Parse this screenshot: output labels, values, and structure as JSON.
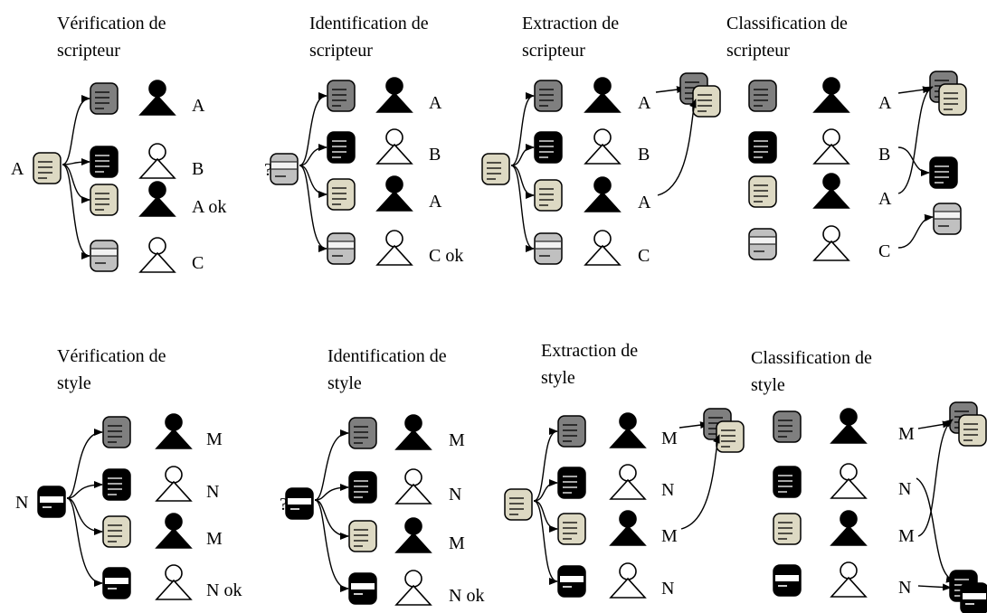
{
  "colors": {
    "dark_gray": "#7f7f7f",
    "black": "#000000",
    "beige": "#ddd9c3",
    "light_gray": "#c0c0c0",
    "white": "#ffffff"
  },
  "panels": [
    {
      "id": "verification-scripteur",
      "title_line1": "Vérification de",
      "title_line2": "scripteur",
      "query_label": "A",
      "query_doc": "beige",
      "mode": "verify",
      "rows": [
        {
          "doc": "dark",
          "person": "filled",
          "label": "A"
        },
        {
          "doc": "black",
          "person": "outline",
          "label": "B"
        },
        {
          "doc": "beige",
          "person": "filled",
          "label": "A ok"
        },
        {
          "doc": "light",
          "person": "outline",
          "label": "C"
        }
      ]
    },
    {
      "id": "identification-scripteur",
      "title_line1": "Identification de",
      "title_line2": "scripteur",
      "query_label": "?",
      "query_doc": "light",
      "mode": "identify",
      "rows": [
        {
          "doc": "dark",
          "person": "filled",
          "label": "A"
        },
        {
          "doc": "black",
          "person": "outline",
          "label": "B"
        },
        {
          "doc": "beige",
          "person": "filled",
          "label": "A"
        },
        {
          "doc": "light",
          "person": "outline",
          "label": "C ok"
        }
      ]
    },
    {
      "id": "extraction-scripteur",
      "title_line1": "Extraction de",
      "title_line2": "scripteur",
      "query_label": "",
      "query_doc": "beige",
      "mode": "extract",
      "rows": [
        {
          "doc": "dark",
          "person": "filled",
          "label": "A"
        },
        {
          "doc": "black",
          "person": "outline",
          "label": "B"
        },
        {
          "doc": "beige",
          "person": "filled",
          "label": "A"
        },
        {
          "doc": "light",
          "person": "outline",
          "label": "C"
        }
      ],
      "stack_docs": [
        "dark",
        "beige"
      ]
    },
    {
      "id": "classification-scripteur",
      "title_line1": "Classification de",
      "title_line2": "scripteur",
      "mode": "classify",
      "rows": [
        {
          "doc": "dark",
          "person": "filled",
          "label": "A"
        },
        {
          "doc": "black",
          "person": "outline",
          "label": "B"
        },
        {
          "doc": "beige",
          "person": "filled",
          "label": "A"
        },
        {
          "doc": "light",
          "person": "outline",
          "label": "C"
        }
      ],
      "groups": [
        {
          "docs": [
            "dark",
            "beige"
          ]
        },
        {
          "docs": [
            "black"
          ]
        },
        {
          "docs": [
            "light"
          ]
        }
      ]
    },
    {
      "id": "verification-style",
      "title_line1": "Vérification de",
      "title_line2": "style",
      "query_label": "N",
      "query_doc": "band",
      "mode": "verify",
      "rows": [
        {
          "doc": "dark",
          "person": "filled",
          "label": "M"
        },
        {
          "doc": "black",
          "person": "outline",
          "label": "N"
        },
        {
          "doc": "beige",
          "person": "filled",
          "label": "M"
        },
        {
          "doc": "band",
          "person": "outline",
          "label": "N ok"
        }
      ]
    },
    {
      "id": "identification-style",
      "title_line1": "Identification de",
      "title_line2": "style",
      "query_label": "?",
      "query_doc": "band",
      "mode": "identify",
      "rows": [
        {
          "doc": "dark",
          "person": "filled",
          "label": "M"
        },
        {
          "doc": "black",
          "person": "outline",
          "label": "N"
        },
        {
          "doc": "beige",
          "person": "filled",
          "label": "M"
        },
        {
          "doc": "band",
          "person": "outline",
          "label": "N ok"
        }
      ]
    },
    {
      "id": "extraction-style",
      "title_line1": "Extraction de",
      "title_line2": "style",
      "query_label": "",
      "query_doc": "beige",
      "mode": "extract",
      "rows": [
        {
          "doc": "dark",
          "person": "filled",
          "label": "M"
        },
        {
          "doc": "black",
          "person": "outline",
          "label": "N"
        },
        {
          "doc": "beige",
          "person": "filled",
          "label": "M"
        },
        {
          "doc": "band",
          "person": "outline",
          "label": "N"
        }
      ],
      "stack_docs": [
        "dark",
        "beige"
      ]
    },
    {
      "id": "classification-style",
      "title_line1": "Classification de",
      "title_line2": "style",
      "mode": "classify",
      "rows": [
        {
          "doc": "dark",
          "person": "filled",
          "label": "M"
        },
        {
          "doc": "black",
          "person": "outline",
          "label": "N"
        },
        {
          "doc": "beige",
          "person": "filled",
          "label": "M"
        },
        {
          "doc": "band",
          "person": "outline",
          "label": "N"
        }
      ],
      "groups": [
        {
          "docs": [
            "dark",
            "beige"
          ]
        },
        {
          "docs": [
            "black",
            "band"
          ]
        }
      ]
    }
  ]
}
